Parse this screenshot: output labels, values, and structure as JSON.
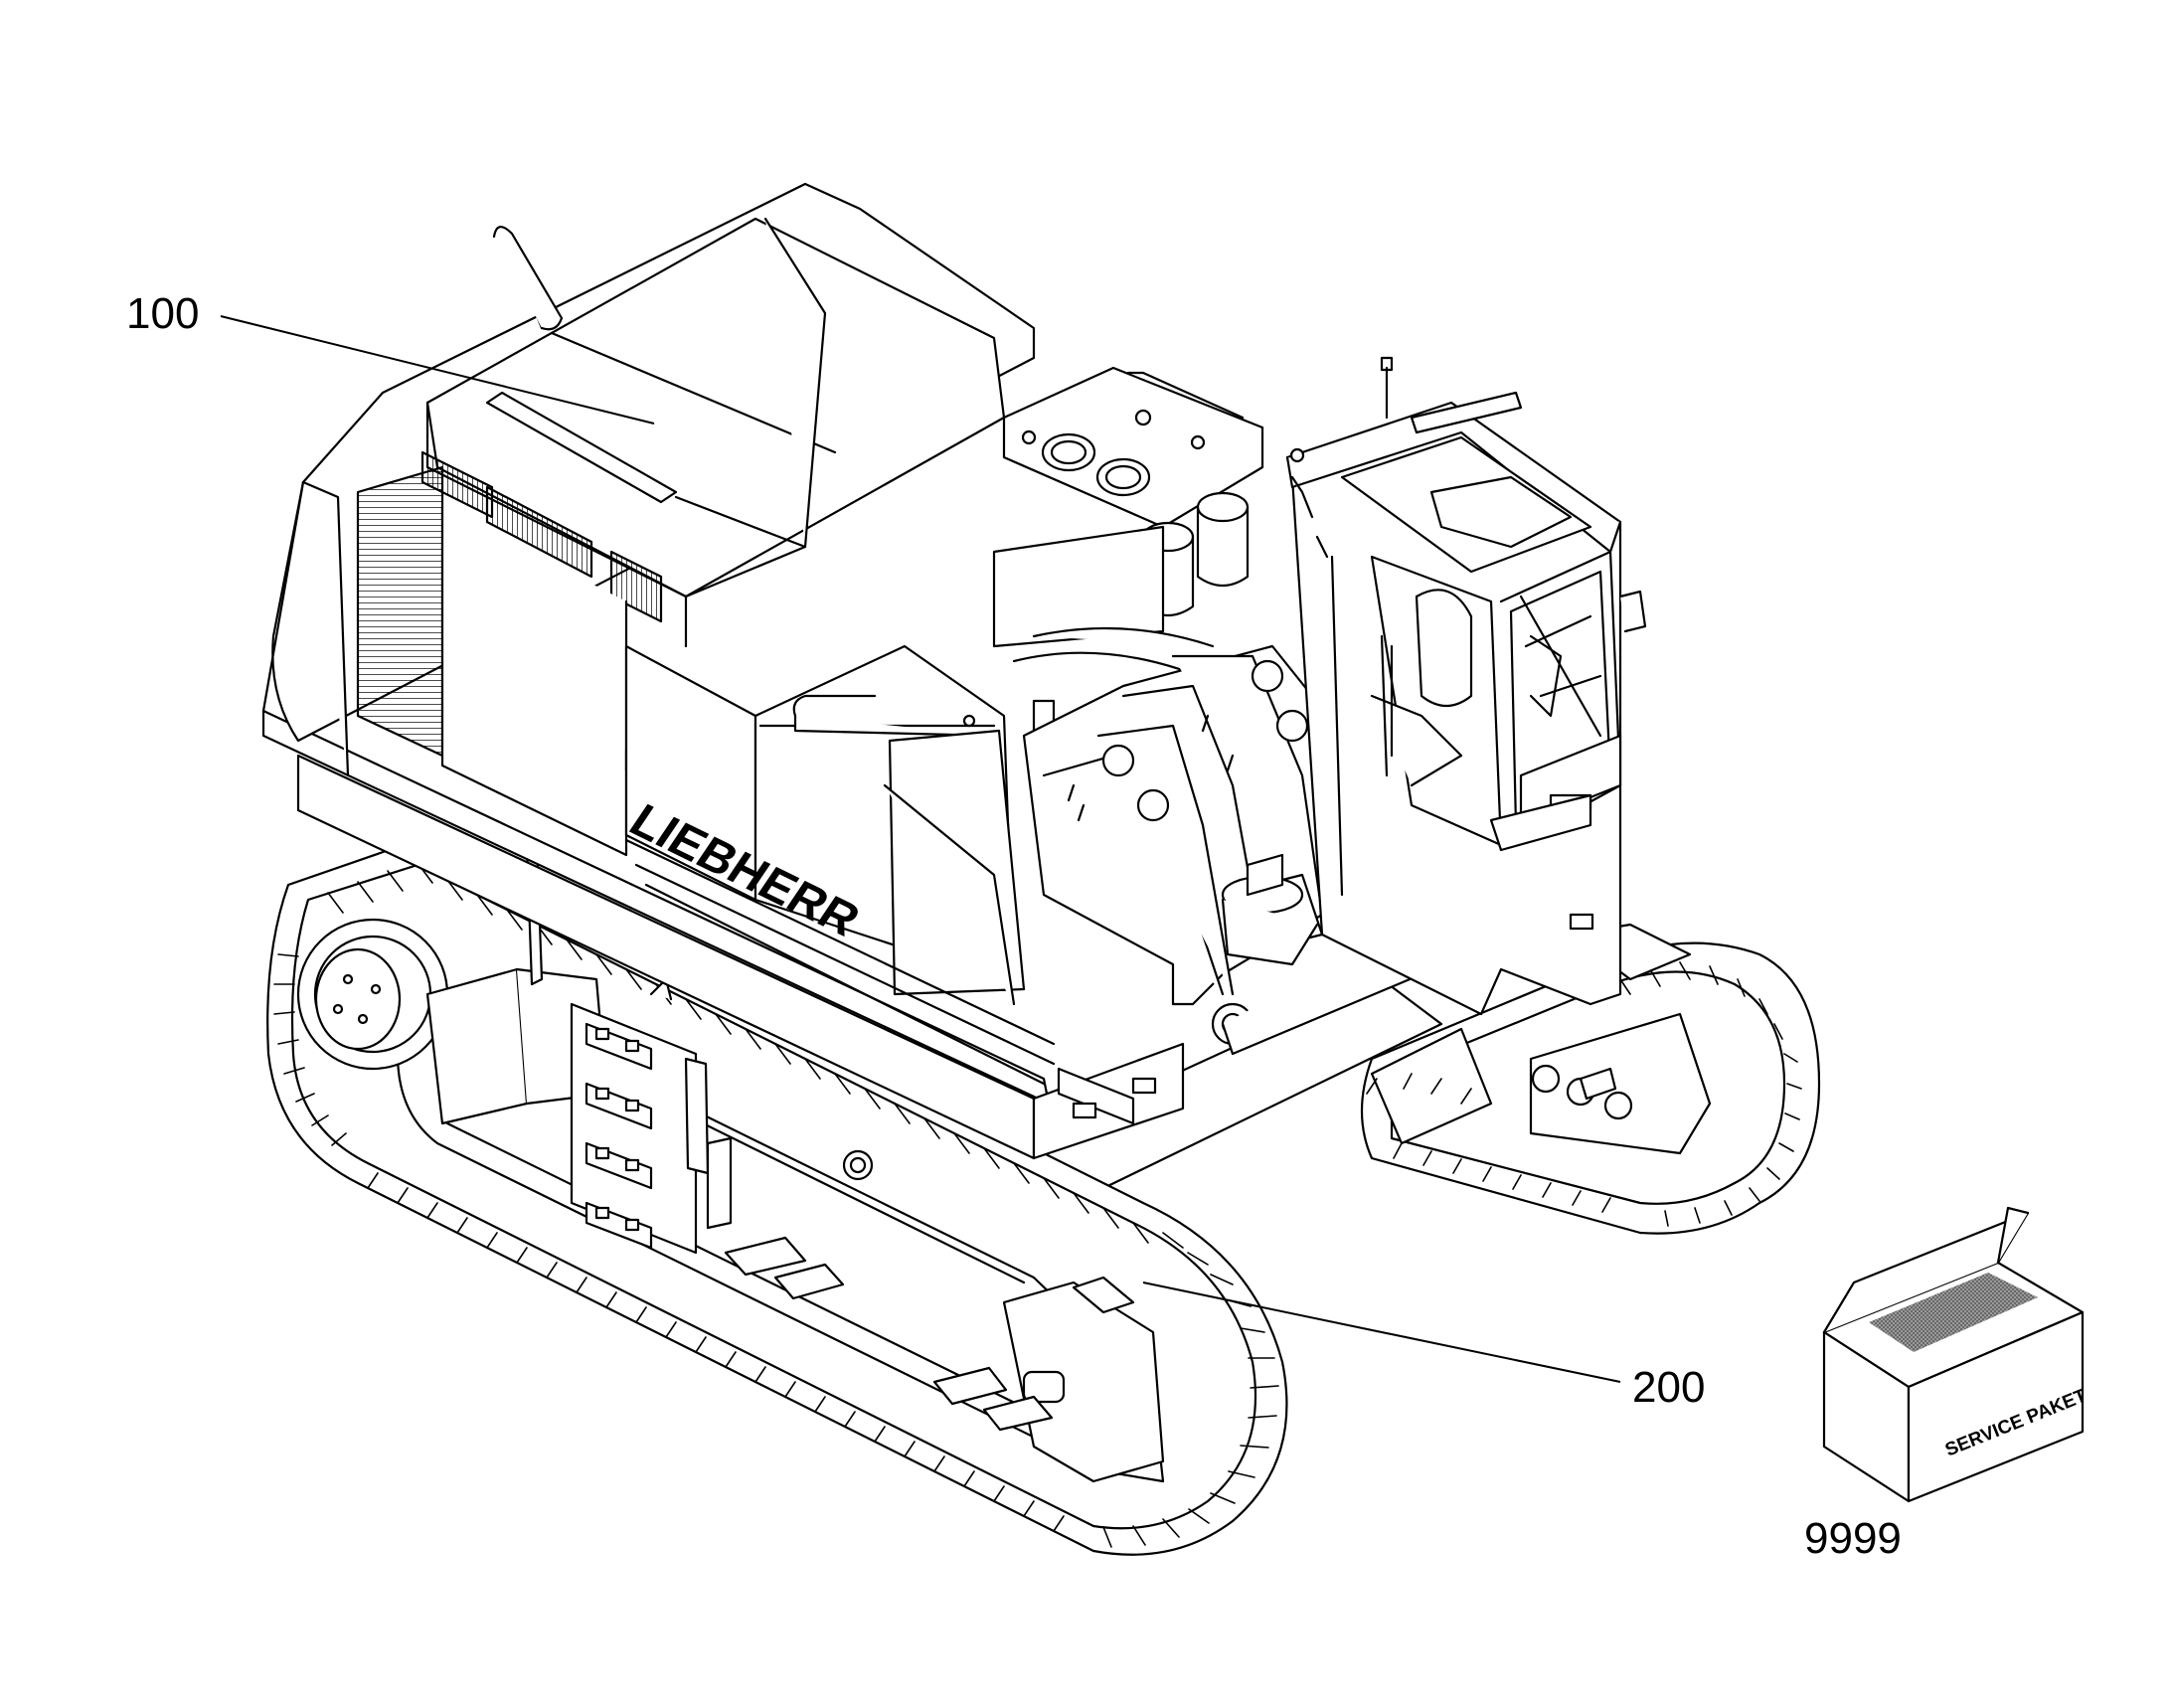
{
  "callouts": {
    "upper_carriage": "100",
    "undercarriage": "200",
    "service_kit": "9999"
  },
  "brand_lettering": "LIEBHERR",
  "box_label": "SERVICE PAKET",
  "colors": {
    "line": "#000000",
    "background": "#ffffff",
    "box_patch": "#7a7a7a"
  }
}
